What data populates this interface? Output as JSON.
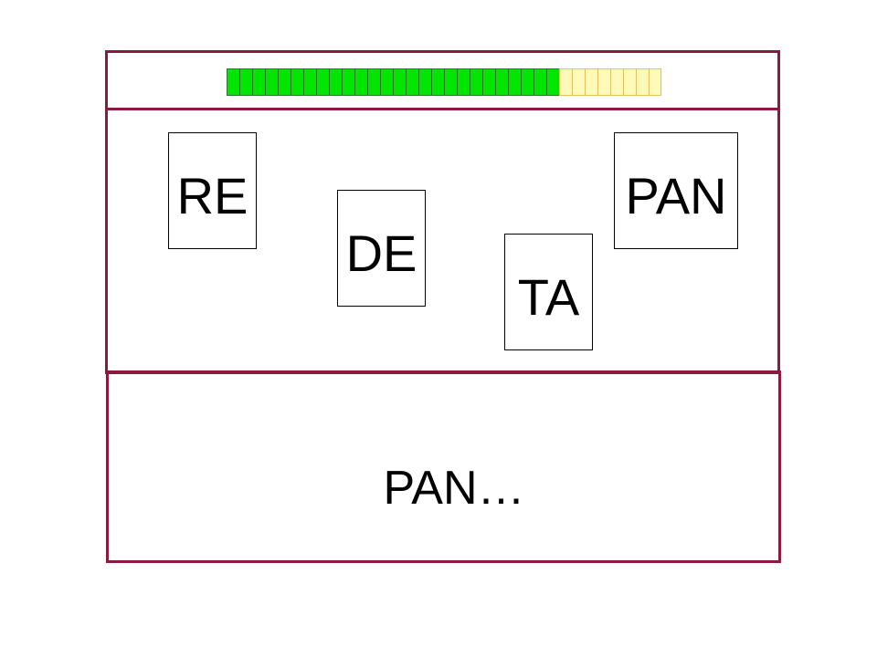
{
  "progress": {
    "total_segments": 34,
    "completed_segments": 26,
    "fill_color": "#00e600",
    "empty_color": "#fffab8"
  },
  "cards": [
    {
      "id": "re",
      "label": "RE"
    },
    {
      "id": "de",
      "label": "DE"
    },
    {
      "id": "ta",
      "label": "TA"
    },
    {
      "id": "pan",
      "label": "PAN"
    }
  ],
  "answer": {
    "text": "PAN…"
  },
  "colors": {
    "frame": "#8b1a3c"
  }
}
